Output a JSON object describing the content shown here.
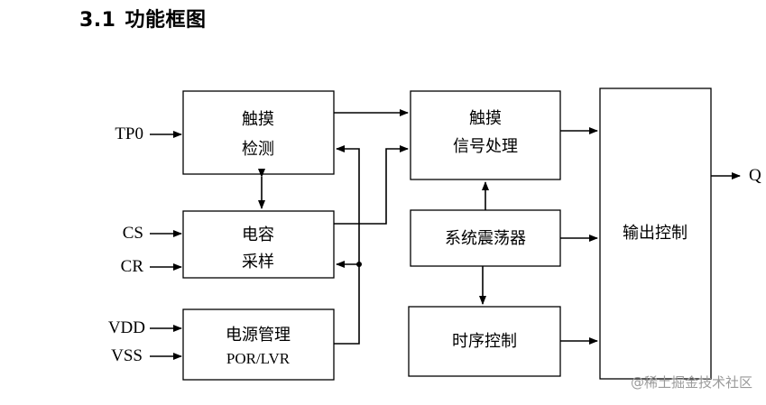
{
  "heading": {
    "number": "3.1",
    "title": "功能框图"
  },
  "blocks": {
    "touch_detect": [
      "触摸",
      "检测"
    ],
    "cap_sample": [
      "电容",
      "采样"
    ],
    "power_mgmt": [
      "电源管理",
      "POR/LVR"
    ],
    "touch_signal": [
      "触摸",
      "信号处理"
    ],
    "oscillator": "系统震荡器",
    "timing": "时序控制",
    "output_ctrl": "输出控制"
  },
  "pins": {
    "tp0": "TP0",
    "cs": "CS",
    "cr": "CR",
    "vdd": "VDD",
    "vss": "VSS",
    "q": "Q"
  },
  "watermark": "@稀土掘金技术社区"
}
